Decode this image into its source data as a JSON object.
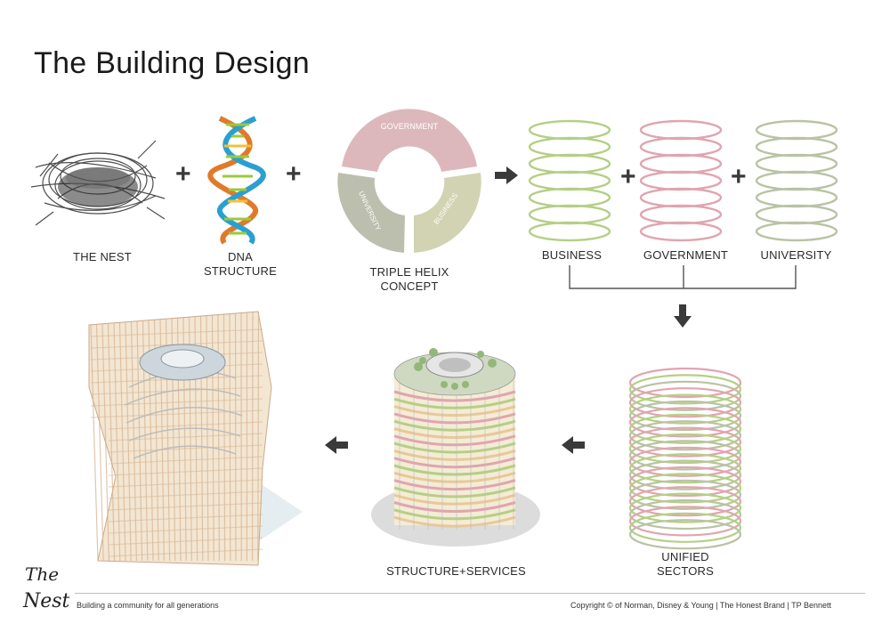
{
  "title": "The Building Design",
  "steps": {
    "nest": {
      "label": "THE NEST"
    },
    "dna": {
      "label_line1": "DNA",
      "label_line2": "STRUCTURE"
    },
    "helix": {
      "label_line1": "TRIPLE HELIX",
      "label_line2": "CONCEPT",
      "segments": [
        "GOVERNMENT",
        "UNIVERSITY",
        "BUSINESS"
      ]
    },
    "spirals": [
      "BUSINESS",
      "GOVERNMENT",
      "UNIVERSITY"
    ],
    "unified": {
      "label_line1": "UNIFIED",
      "label_line2": "SECTORS"
    },
    "structure": {
      "label": "STRUCTURE+SERVICES"
    }
  },
  "operators": {
    "plus": "+"
  },
  "logo": {
    "line1": "The",
    "line2": "Nest"
  },
  "footer": {
    "tagline": "Building a community for all generations",
    "copyright": "Copyright © of Norman, Disney & Young | The Honest Brand | TP Bennett"
  },
  "colors": {
    "business": "#b5cf86",
    "government": "#e0a5b0",
    "university": "#b9c3a4",
    "arrow": "#3a3a3a",
    "helix_government": "#d9b2b7",
    "helix_university": "#b9bca8",
    "helix_business": "#cfd0ad"
  }
}
